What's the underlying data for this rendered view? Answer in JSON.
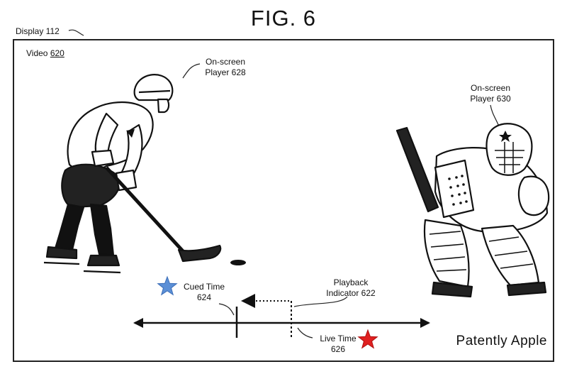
{
  "figure": {
    "title": "FIG. 6"
  },
  "display": {
    "label": "Display 112"
  },
  "video": {
    "label_prefix": "Video ",
    "label_ref": "620"
  },
  "players": {
    "player_628": {
      "line1": "On-screen",
      "line2": "Player 628"
    },
    "player_630": {
      "line1": "On-screen",
      "line2": "Player 630"
    }
  },
  "timeline": {
    "cued_time": {
      "line1": "Cued Time",
      "line2": "624",
      "star_color": "#5b8fd6"
    },
    "playback_indicator": {
      "line1": "Playback",
      "line2": "Indicator 622"
    },
    "live_time": {
      "line1": "Live Time",
      "line2": "626",
      "star_color": "#e02020"
    }
  },
  "watermark": {
    "text": "Patently Apple"
  }
}
